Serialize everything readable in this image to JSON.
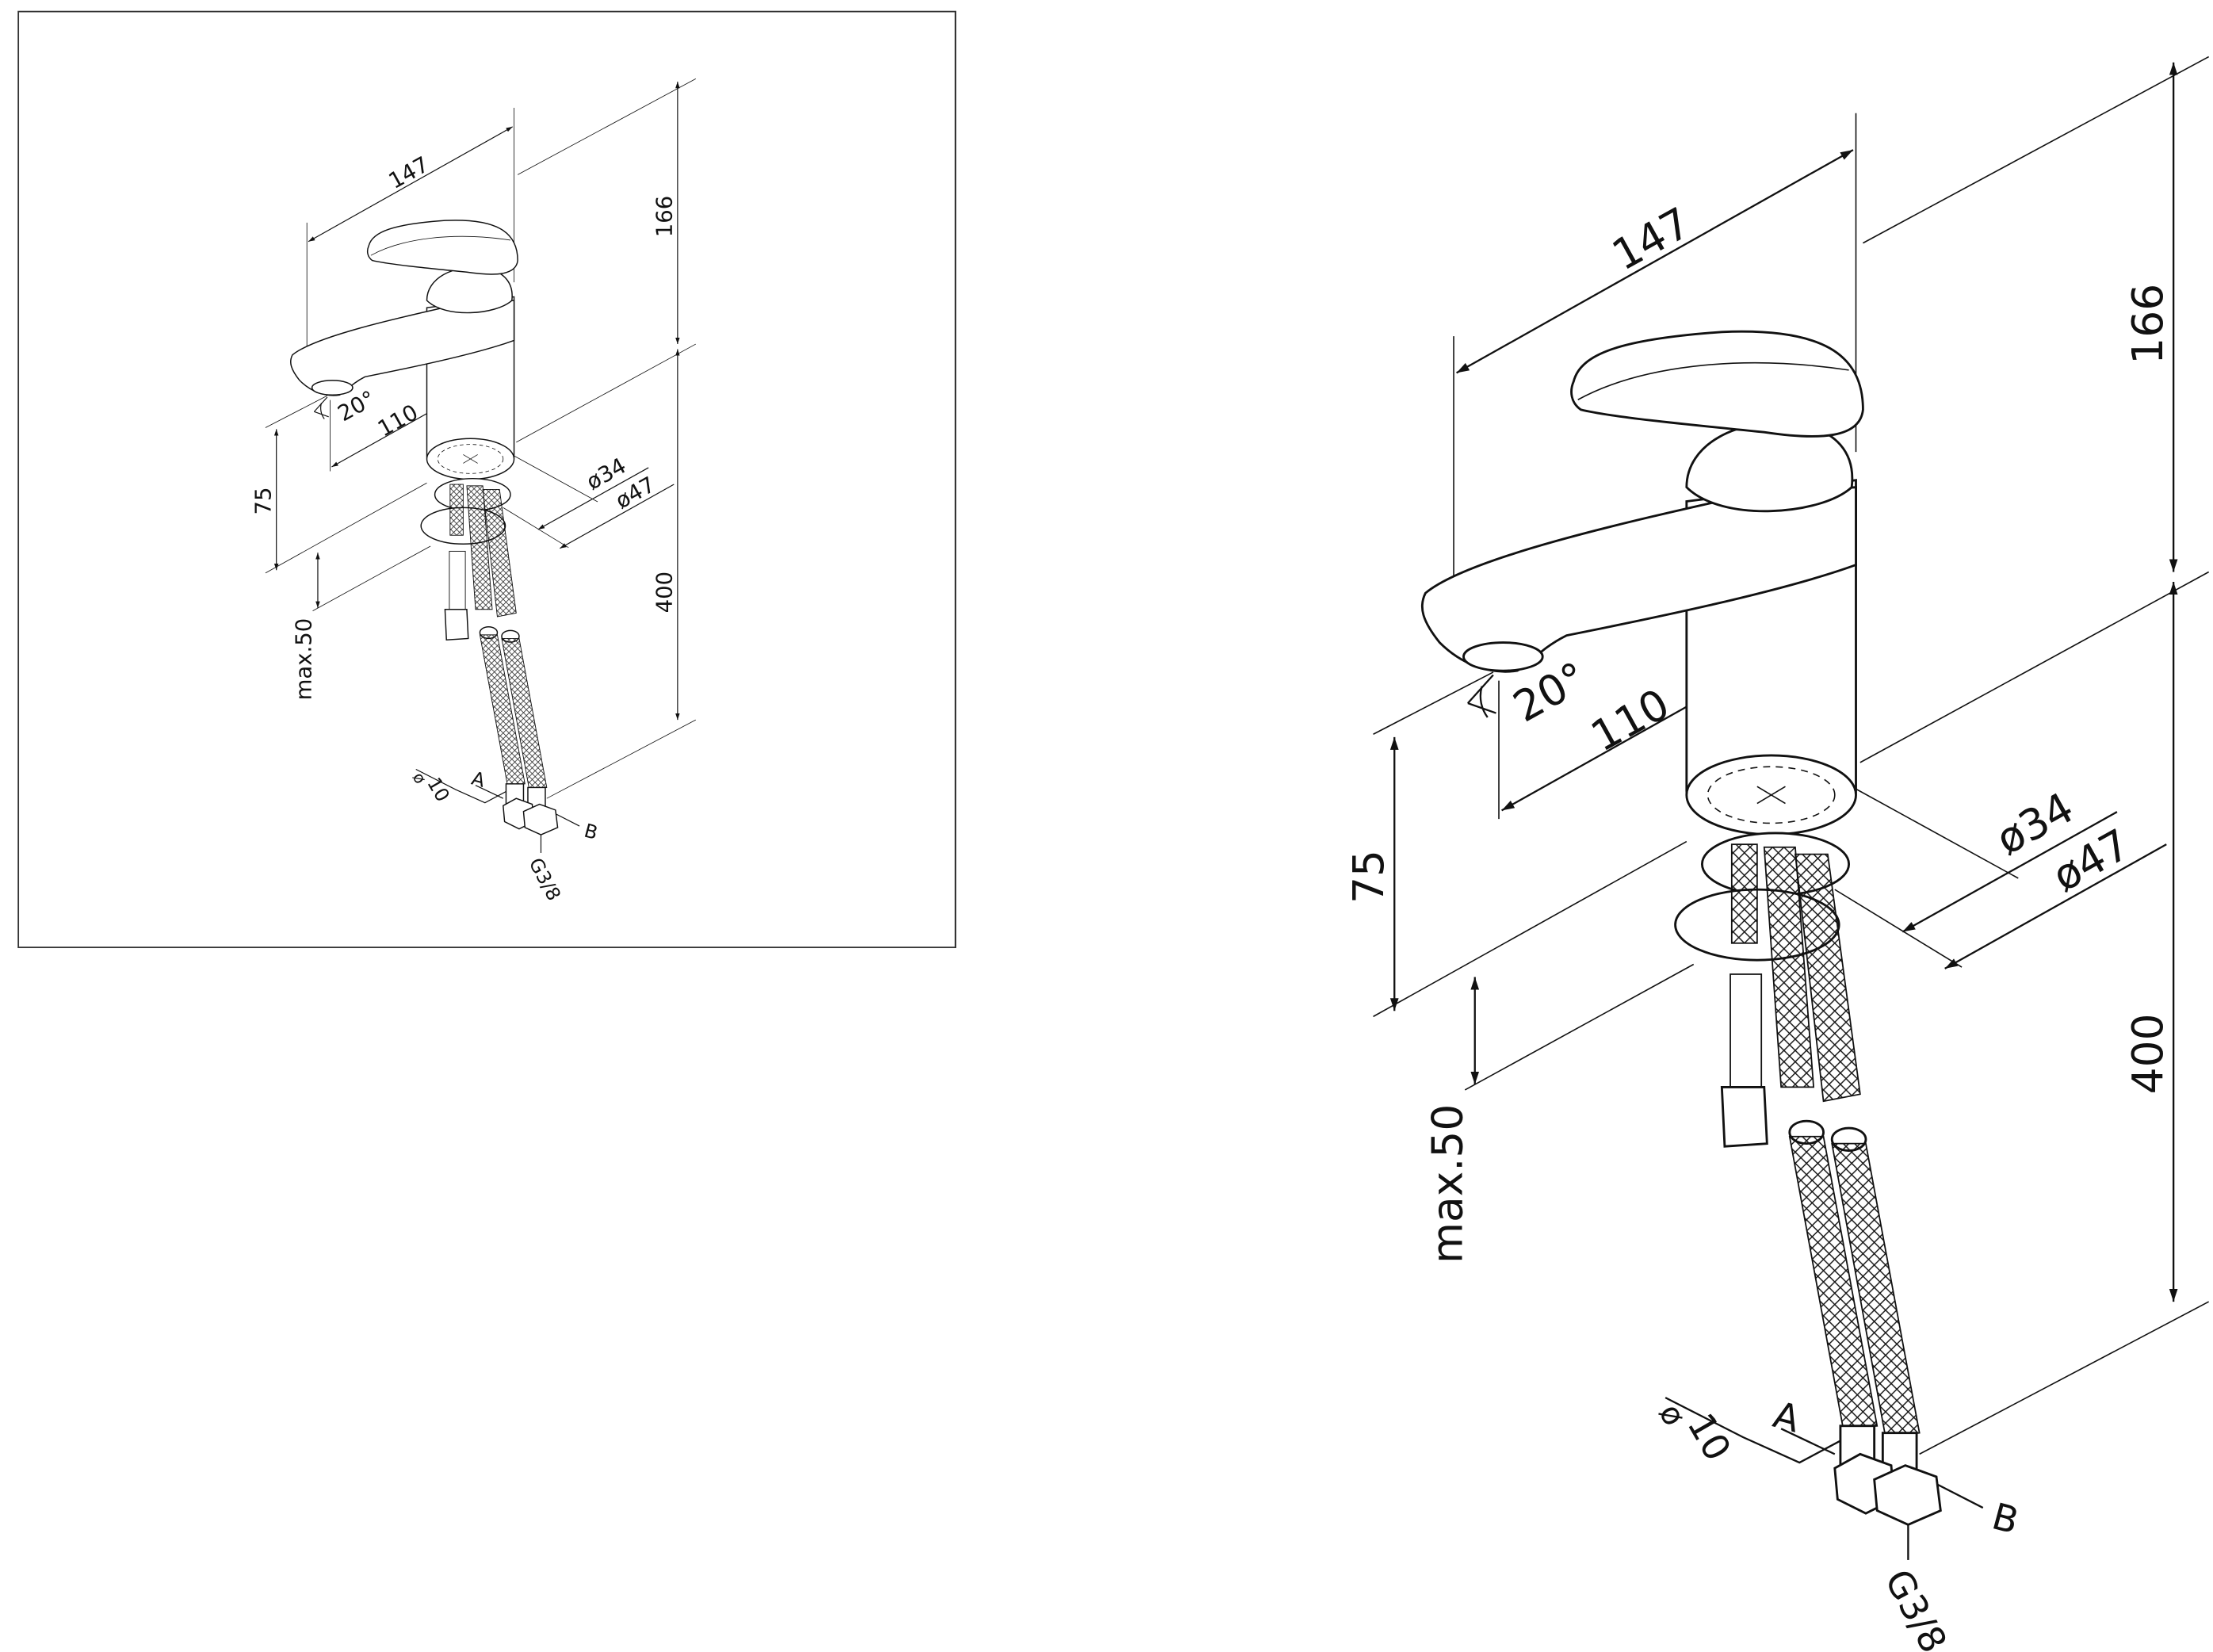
{
  "drawing": {
    "dimensions": {
      "width": "147",
      "handle_height": "166",
      "spout_reach": "110",
      "spout_angle": "20°",
      "body_height": "75",
      "deck_thickness": "max.50",
      "hole_diameter": "ø34",
      "base_diameter": "ø47",
      "hose_length": "400"
    },
    "hoses": {
      "diameter_symbol": "ø",
      "diameter": "10",
      "label_a": "A",
      "label_b": "B",
      "thread": "G3/8"
    }
  }
}
